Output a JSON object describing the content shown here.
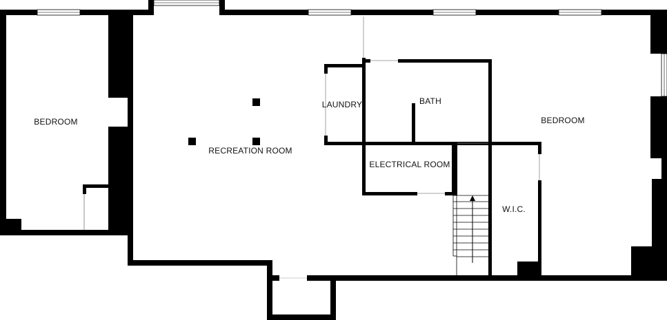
{
  "floor_plan": {
    "colors": {
      "wall": "#000000",
      "background": "#ffffff",
      "window": "#ffffff"
    },
    "rooms": {
      "bedroom_left": "BEDROOM",
      "recreation_room": "RECREATION ROOM",
      "laundry": "LAUNDRY",
      "bath": "BATH",
      "electrical_room": "ELECTRICAL ROOM",
      "bedroom_right": "BEDROOM",
      "wic": "W.I.C."
    },
    "stair_direction": "up",
    "stair_icon": "stair-arrow-icon"
  }
}
